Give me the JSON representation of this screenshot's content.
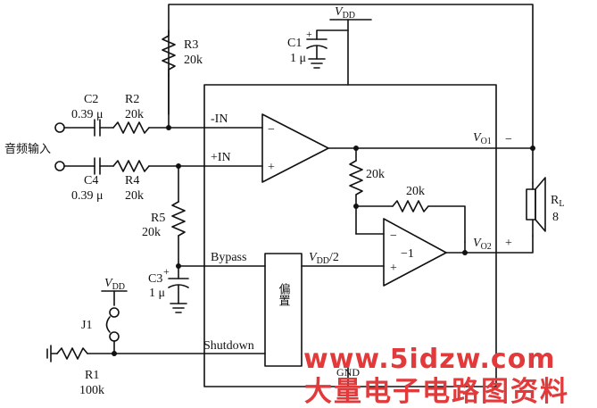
{
  "supply": {
    "vdd_top": "V",
    "vdd_top_sub": "DD",
    "vdd_left": "V",
    "vdd_left_sub": "DD"
  },
  "components": {
    "R1": {
      "name": "R1",
      "value": "100k"
    },
    "R2": {
      "name": "R2",
      "value": "20k"
    },
    "R3": {
      "name": "R3",
      "value": "20k"
    },
    "R4": {
      "name": "R4",
      "value": "20k"
    },
    "R5": {
      "name": "R5",
      "value": "20k"
    },
    "C1": {
      "name": "C1",
      "value": "1 μ"
    },
    "C2": {
      "name": "C2",
      "value": "0.39 μ"
    },
    "C3": {
      "name": "C3",
      "value": "1 μ"
    },
    "C4": {
      "name": "C4",
      "value": "0.39 μ"
    },
    "J1": {
      "name": "J1"
    },
    "RL": {
      "name": "R",
      "sub": "L",
      "value": "8"
    },
    "R_internal_1": {
      "value": "20k"
    },
    "R_internal_2": {
      "value": "20k"
    }
  },
  "pins": {
    "minus_in": "-IN",
    "plus_in": "+IN",
    "bypass": "Bypass",
    "shutdown": "Shutdown",
    "gnd": "GND",
    "vo1": "V",
    "vo1_sub": "O1",
    "vo2": "V",
    "vo2_sub": "O2",
    "vdd_half": "V",
    "vdd_half_sub": "DD",
    "vdd_half_suffix": "/2"
  },
  "amps": {
    "amp1_minus": "−",
    "amp1_plus": "+",
    "amp2_minus": "−",
    "amp2_plus": "+",
    "amp2_gain": "−1"
  },
  "speaker_polarity": {
    "minus": "−",
    "plus": "+"
  },
  "bias_block": "偏置",
  "input_label": "音频输入",
  "watermark": {
    "url": "www.5idzw.com",
    "title": "大量电子电路图资料"
  }
}
